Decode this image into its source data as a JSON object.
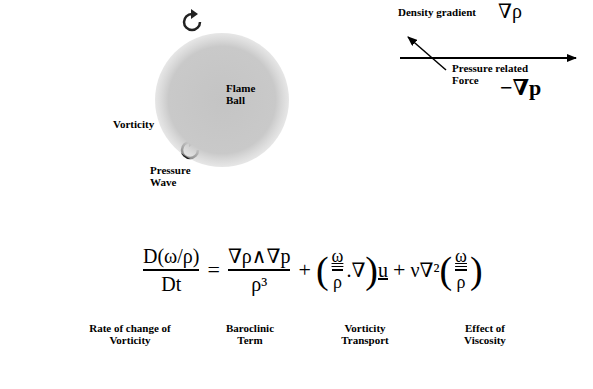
{
  "diagram": {
    "nodes": [
      {
        "text": [
          "Flame Ball"
        ]
      }
    ],
    "labels": [
      "Density gradient",
      "∇ρ",
      "Pressure related Force",
      "−∇p",
      "Vorticity",
      "Pressure Wave",
      "D(ω/ρ)",
      "Dt",
      "=",
      "∇ρ∧∇p",
      "ρ³",
      "+",
      "(",
      "ω",
      "ρ",
      ".∇",
      ")",
      "u",
      "+",
      "ν∇²",
      "(",
      "ω",
      "ρ",
      ")",
      "Rate of change of Vorticity",
      "Baroclinic Term",
      "Vorticity Transport",
      "Effect of Viscosity"
    ]
  }
}
